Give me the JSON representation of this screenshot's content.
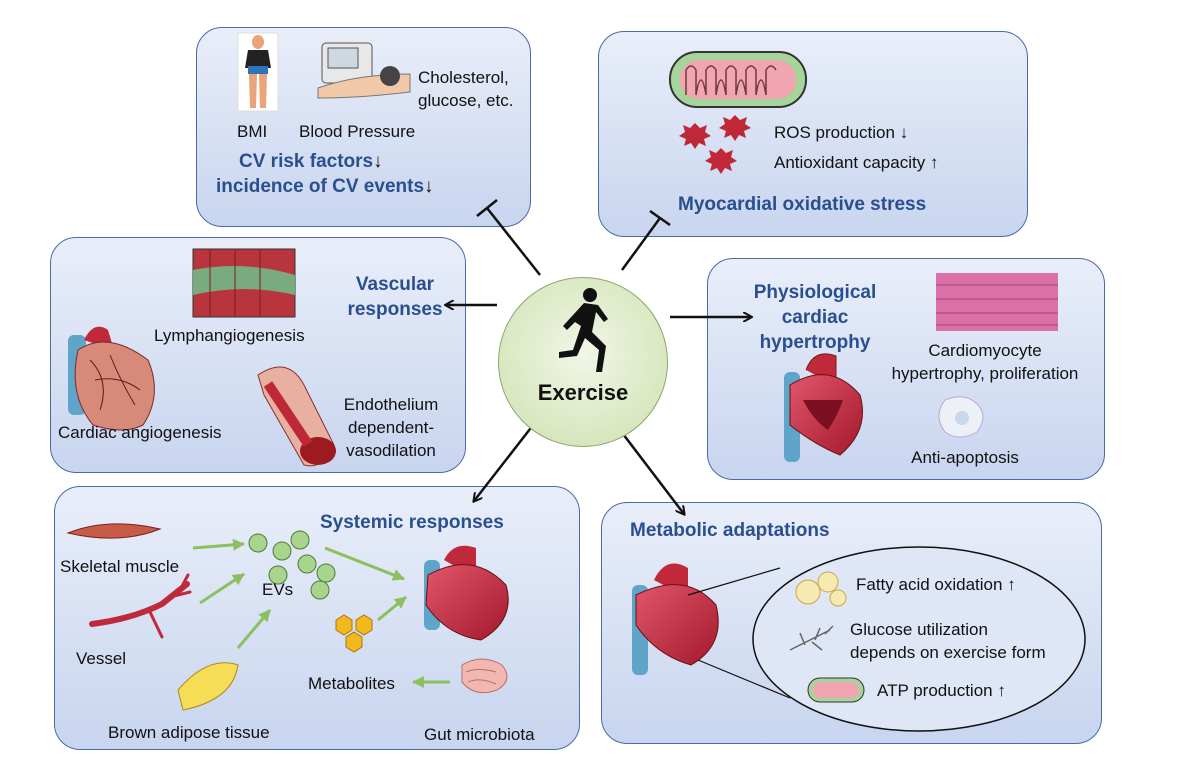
{
  "center": {
    "label": "Exercise"
  },
  "risk": {
    "bmi": "BMI",
    "bp": "Blood Pressure",
    "chol_1": "Cholesterol,",
    "chol_2": "glucose, etc.",
    "title_1": "CV risk factors",
    "title_2": "incidence of CV events",
    "arrow": "↓"
  },
  "oxidative": {
    "ros": "ROS production",
    "antiox": "Antioxidant capacity",
    "down": "↓",
    "up": "↑",
    "title": "Myocardial oxidative stress"
  },
  "vascular": {
    "title_1": "Vascular",
    "title_2": "responses",
    "lymph": "Lymphangiogenesis",
    "angio": "Cardiac angiogenesis",
    "endo_1": "Endothelium",
    "endo_2": "dependent-",
    "endo_3": "vasodilation"
  },
  "hypertrophy": {
    "title_1": "Physiological",
    "title_2": "cardiac",
    "title_3": "hypertrophy",
    "cardio_1": "Cardiomyocyte",
    "cardio_2": "hypertrophy, proliferation",
    "apoptosis": "Anti-apoptosis"
  },
  "systemic": {
    "title": "Systemic responses",
    "muscle": "Skeletal muscle",
    "evs": "EVs",
    "vessel": "Vessel",
    "metabolites": "Metabolites",
    "brown": "Brown adipose tissue",
    "gut": "Gut microbiota"
  },
  "metabolic": {
    "title": "Metabolic adaptations",
    "fatty": "Fatty acid oxidation",
    "glucose_1": "Glucose utilization",
    "glucose_2": "depends on exercise form",
    "atp": "ATP production",
    "up": "↑"
  },
  "colors": {
    "panel_border": "#4a6aa8",
    "title_blue": "#2a4f8f",
    "green_arrow": "#8cbf5e",
    "heart_red": "#c0283c"
  }
}
